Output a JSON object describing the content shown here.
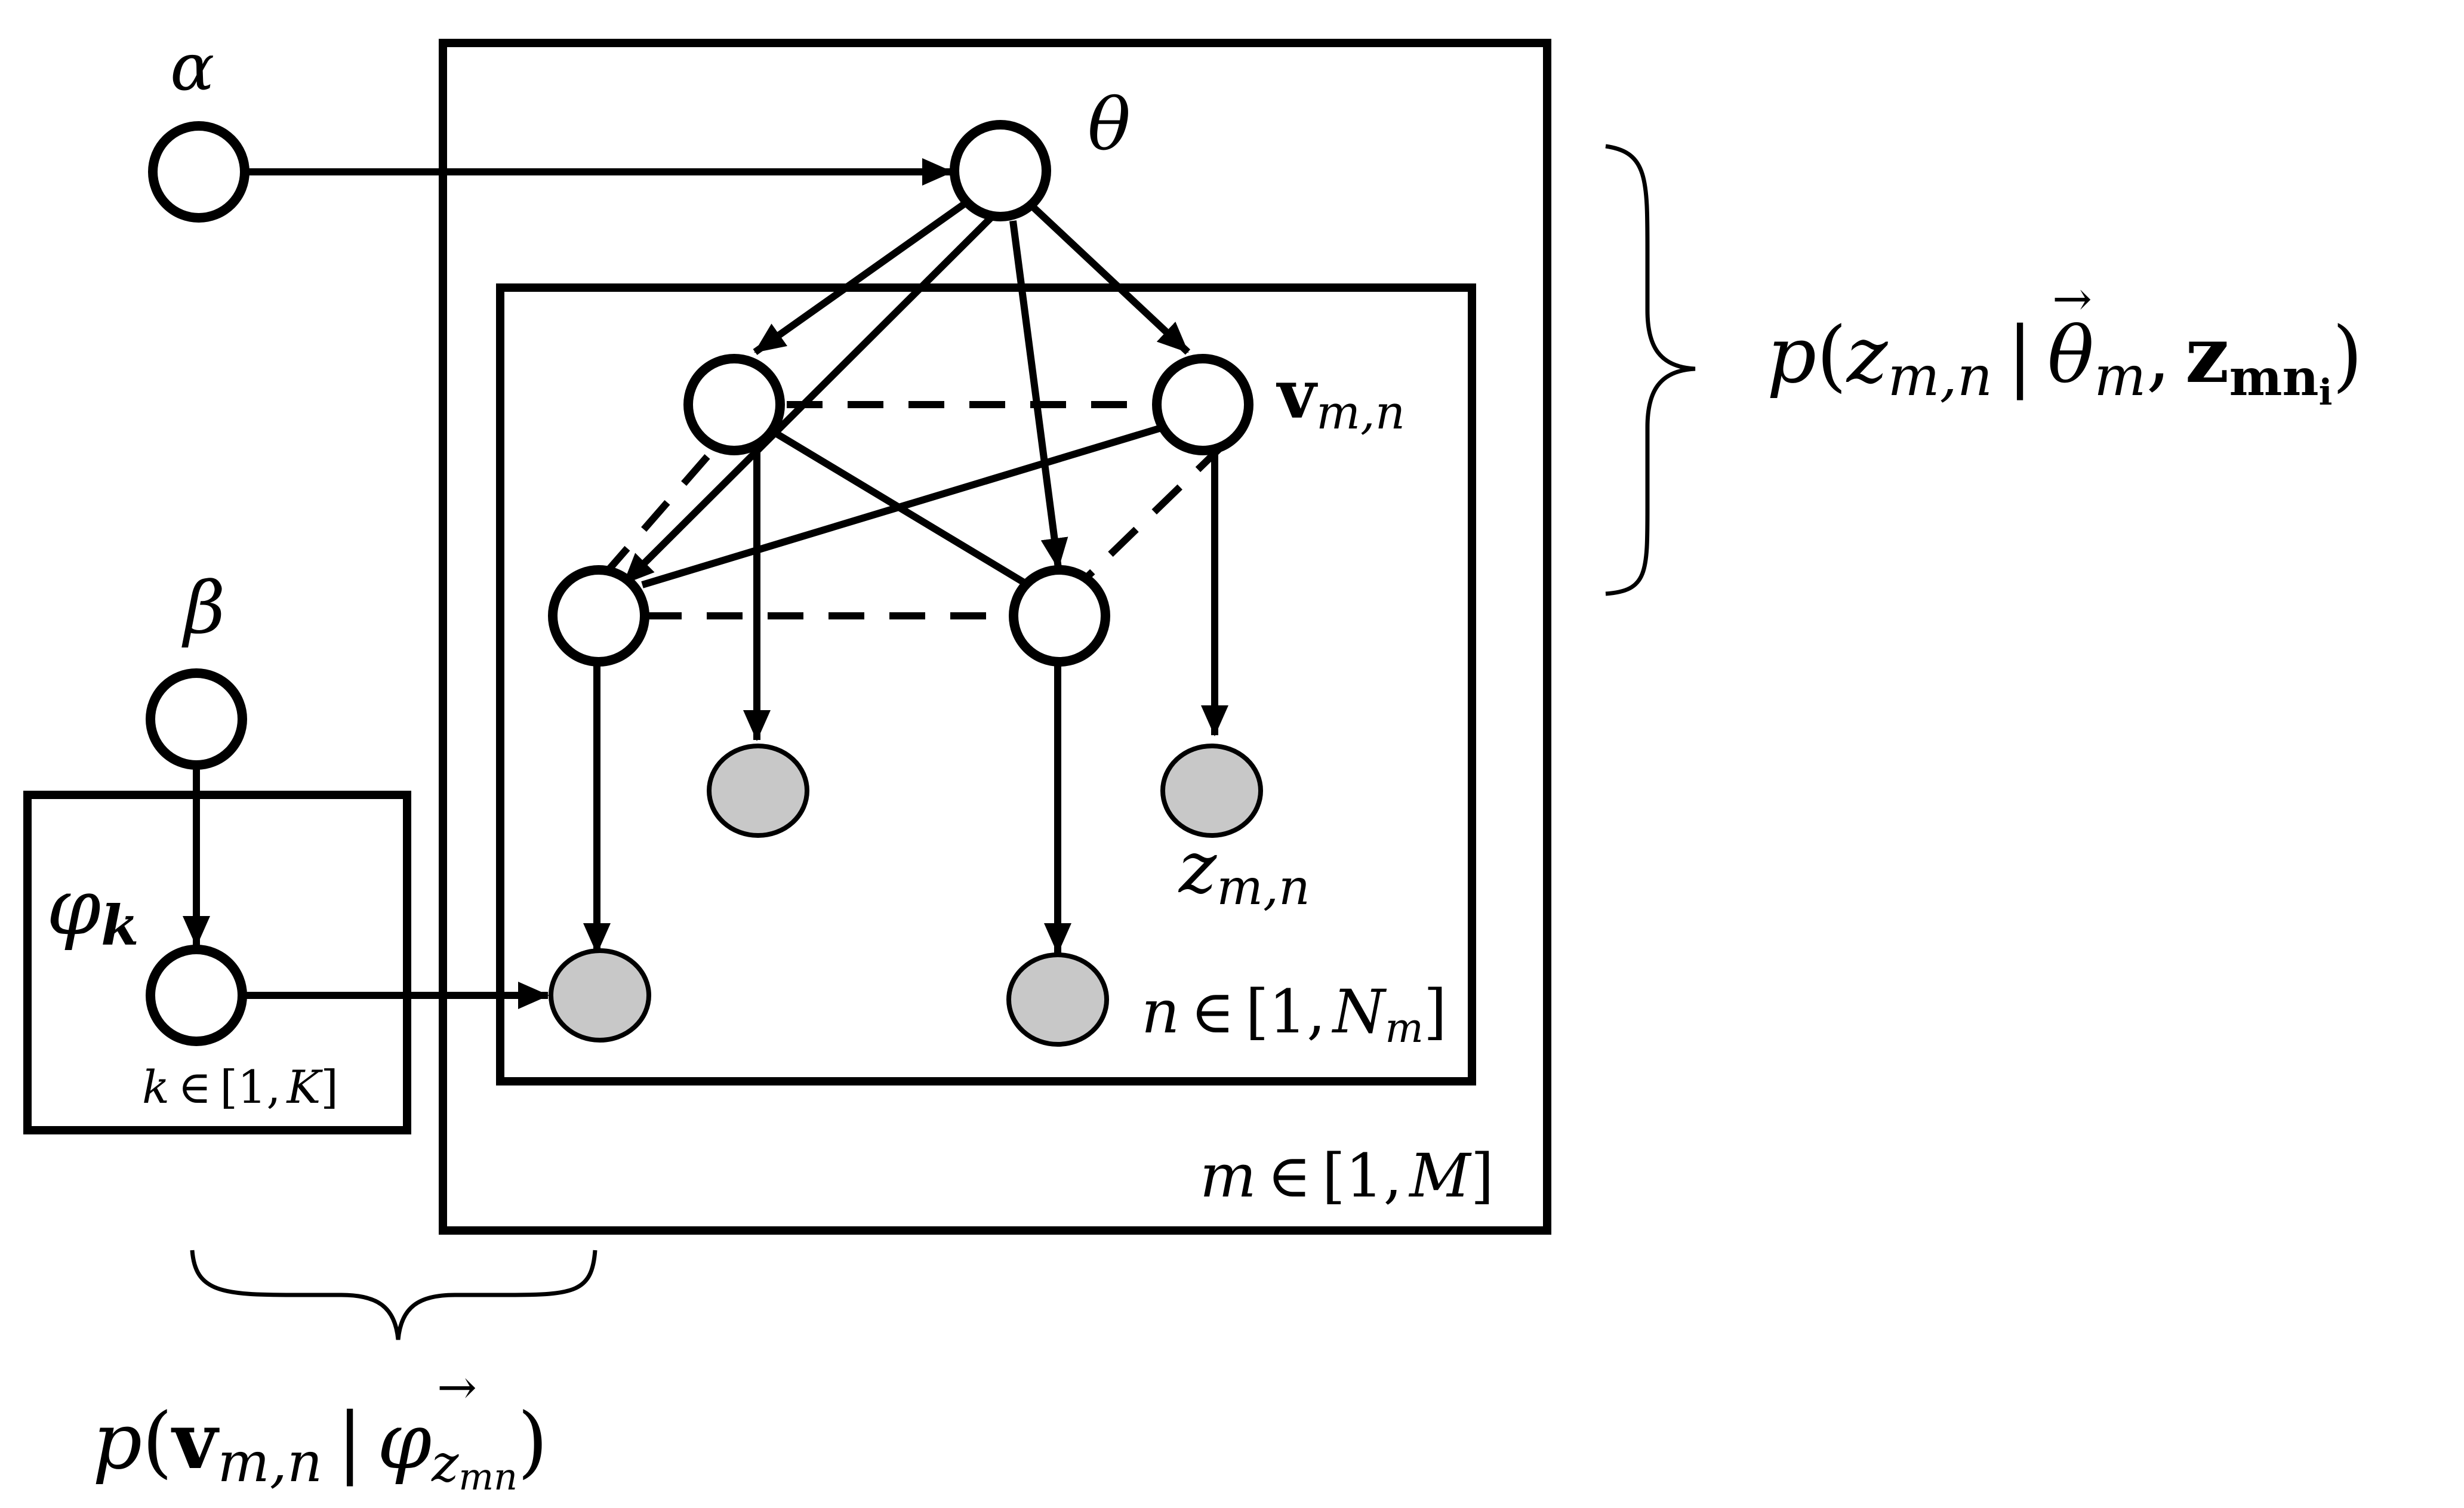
{
  "nodes": {
    "alpha": "α",
    "theta": "θ",
    "beta": "β",
    "phi": "φ",
    "phi_sub": "k",
    "v_main": "v",
    "v_sub": "m,n",
    "z_main": "z",
    "z_sub": "m,n"
  },
  "plates": {
    "k_plate": {
      "var": "k",
      "in": "∈",
      "range_open": "[1,",
      "range_var": "K",
      "range_close": "]"
    },
    "n_plate": {
      "var": "n",
      "in": "∈",
      "range_open": "[1,",
      "range_var": "N",
      "range_sub": "m",
      "range_close": "]"
    },
    "m_plate": {
      "var": "m",
      "in": "∈",
      "range_open": "[1,",
      "range_var": "M",
      "range_close": "]"
    }
  },
  "formulas": {
    "right": {
      "p": "p",
      "open": "(",
      "z": "z",
      "z_sub": "m,n",
      "bar": "|",
      "theta": "θ",
      "vec": "→",
      "theta_sub": "m",
      "comma": ",",
      "z_bold": "z",
      "z_bold_sub": "mn",
      "z_bold_subsub": "i",
      "close": ")"
    },
    "bottom": {
      "p": "p",
      "open": "(",
      "v": "v",
      "v_sub": "m,n",
      "bar": "|",
      "phi": "φ",
      "vec": "→",
      "phi_sub": "z",
      "phi_subsub": "mn",
      "close": ")"
    }
  }
}
